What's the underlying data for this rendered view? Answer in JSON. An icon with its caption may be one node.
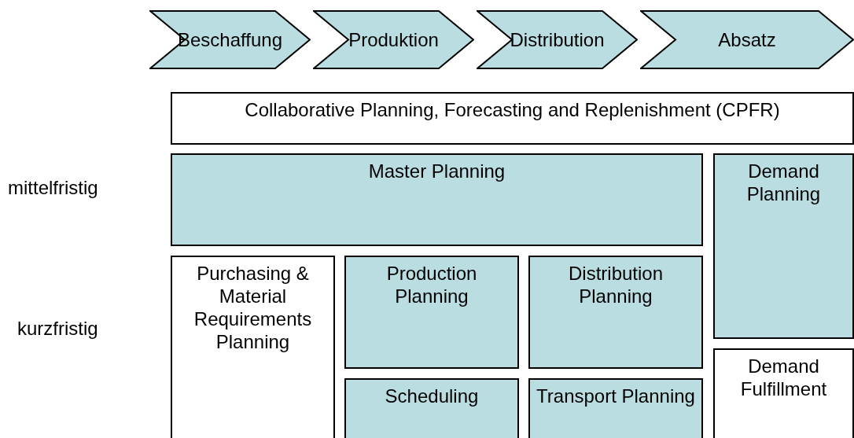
{
  "diagram": {
    "nodes": [
      {
        "text": [
          "Beschaffung"
        ]
      },
      {
        "text": [
          "Produktion"
        ]
      },
      {
        "text": [
          "Distribution"
        ]
      },
      {
        "text": [
          "Absatz"
        ]
      },
      {
        "text": [
          "Collaborative Planning, Forecasting and Replenishment (CPFR)"
        ]
      },
      {
        "text": [
          "Master Planning"
        ]
      },
      {
        "text": [
          "Demand Planning"
        ]
      },
      {
        "text": [
          "Purchasing & Material Requirements Planning"
        ]
      },
      {
        "text": [
          "Production Planning"
        ]
      },
      {
        "text": [
          "Distribution Planning"
        ]
      },
      {
        "text": [
          "Demand Fulfillment"
        ]
      },
      {
        "text": [
          "Scheduling"
        ]
      },
      {
        "text": [
          "Transport Planning"
        ]
      }
    ],
    "edges": [],
    "labels": [
      "mittelfristig",
      "kurzfristig"
    ]
  }
}
